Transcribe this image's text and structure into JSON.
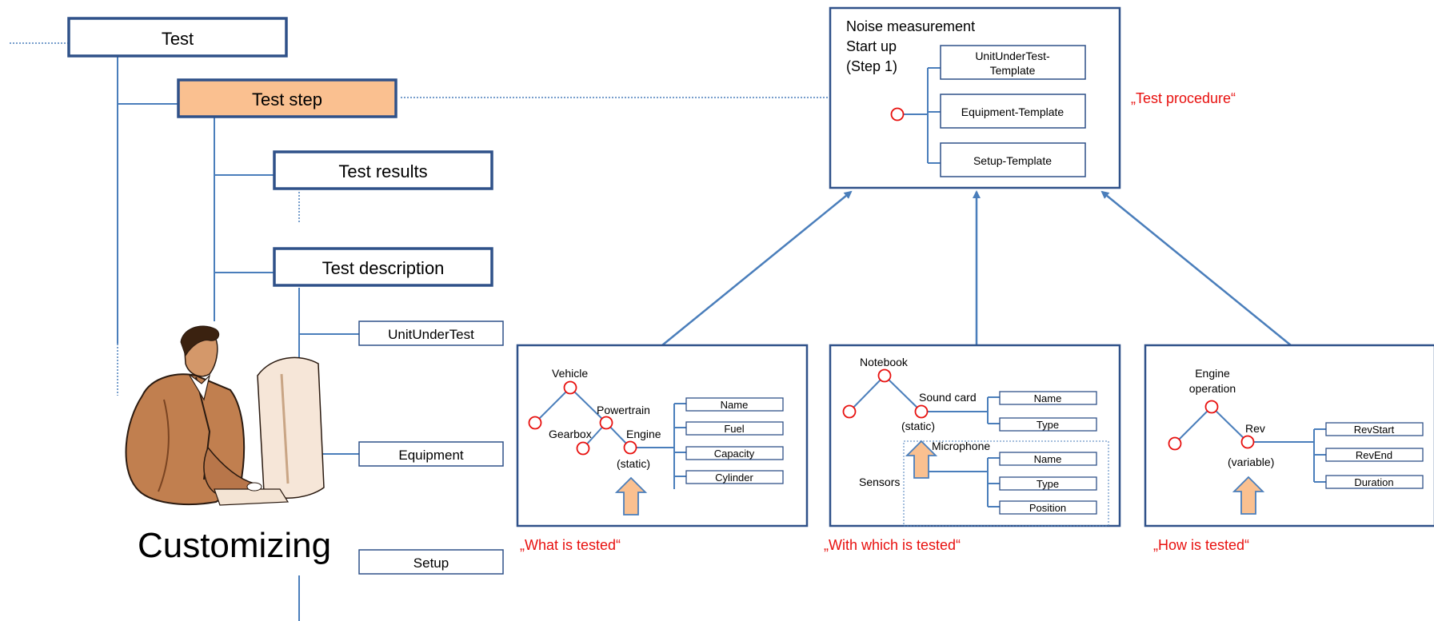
{
  "hierarchy": {
    "test": "Test",
    "test_step": "Test step",
    "test_results": "Test results",
    "test_description": "Test description",
    "unit_under_test": "UnitUnderTest",
    "equipment": "Equipment",
    "setup": "Setup",
    "customizing": "Customizing"
  },
  "procedure": {
    "line1": "Noise measurement",
    "line2": "Start up",
    "line3": "(Step 1)",
    "template_uut_1": "UnitUnderTest-",
    "template_uut_2": "Template",
    "template_equipment": "Equipment-Template",
    "template_setup": "Setup-Template",
    "caption": "„Test procedure“"
  },
  "what_panel": {
    "vehicle": "Vehicle",
    "powertrain": "Powertrain",
    "gearbox": "Gearbox",
    "engine": "Engine",
    "mode": "(static)",
    "fields": [
      "Name",
      "Fuel",
      "Capacity",
      "Cylinder"
    ],
    "caption": "„What is tested“"
  },
  "with_panel": {
    "notebook": "Notebook",
    "sound_card": "Sound card",
    "mode": "(static)",
    "sound_fields": [
      "Name",
      "Type"
    ],
    "microphone": "Microphone",
    "sensors": "Sensors",
    "mic_fields": [
      "Name",
      "Type",
      "Position"
    ],
    "caption": "„With which is tested“"
  },
  "how_panel": {
    "engine_1": "Engine",
    "engine_2": "operation",
    "rev": "Rev",
    "mode": "(variable)",
    "fields": [
      "RevStart",
      "RevEnd",
      "Duration"
    ],
    "caption": "„How is tested“"
  },
  "colors": {
    "box_border": "#2f5189",
    "line": "#4a7ebb",
    "highlight_fill": "#fac090",
    "node": "#e8110f",
    "caption": "#e8110f"
  }
}
